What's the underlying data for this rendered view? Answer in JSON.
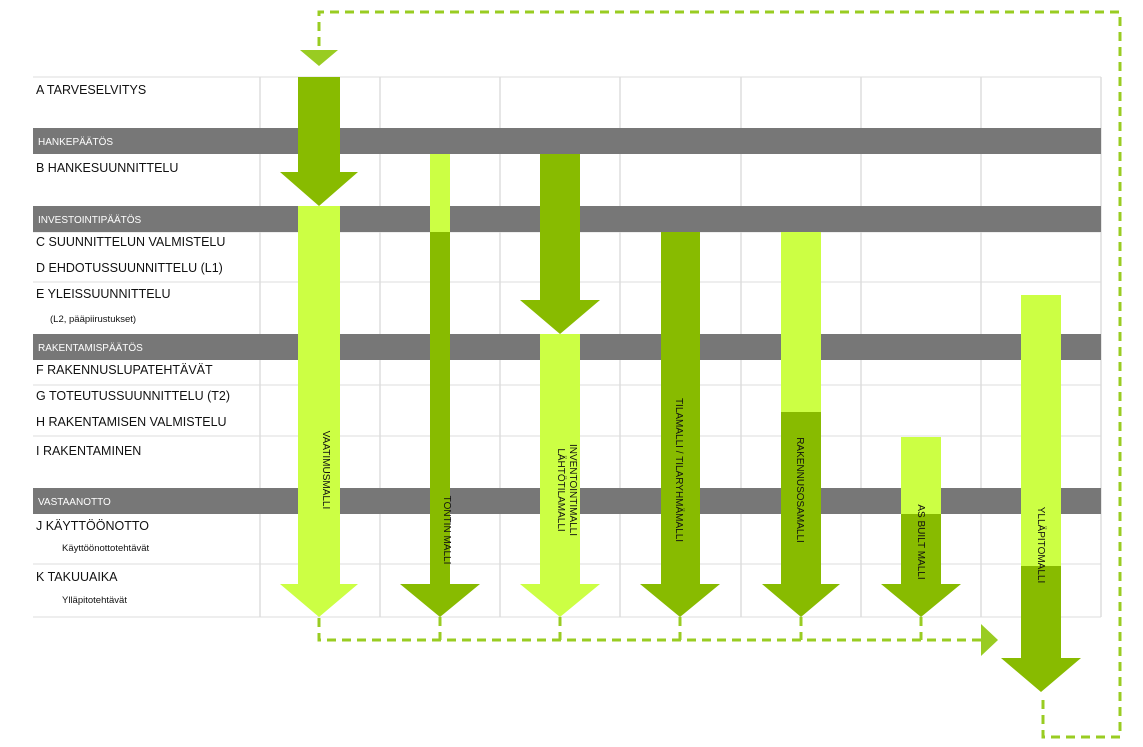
{
  "phases": [
    {
      "id": "A",
      "label": "A TARVESELVITYS",
      "sub": ""
    },
    {
      "id": "B",
      "label": "B HANKESUUNNITTELU",
      "sub": ""
    },
    {
      "id": "C",
      "label": "C SUUNNITTELUN VALMISTELU",
      "sub": ""
    },
    {
      "id": "D",
      "label": "D EHDOTUSSUUNNITTELU (L1)",
      "sub": ""
    },
    {
      "id": "E",
      "label": "E YLEISSUUNNITTELU",
      "sub": "(L2, pääpiirustukset)"
    },
    {
      "id": "F",
      "label": "F RAKENNUSLUPATEHTÄVÄT",
      "sub": ""
    },
    {
      "id": "G",
      "label": "G TOTEUTUSSUUNNITTELU (T2)",
      "sub": ""
    },
    {
      "id": "H",
      "label": "H RAKENTAMISEN VALMISTELU",
      "sub": ""
    },
    {
      "id": "I",
      "label": "I RAKENTAMINEN",
      "sub": ""
    },
    {
      "id": "J",
      "label": "J KÄYTTÖÖNOTTO",
      "sub": "Käyttöönottotehtävät"
    },
    {
      "id": "K",
      "label": "K TAKUUAIKA",
      "sub": "Ylläpitotehtävät"
    }
  ],
  "milestones": [
    {
      "id": "hankepaatos",
      "label": "HANKEPÄÄTÖS"
    },
    {
      "id": "investointipaatos",
      "label": "INVESTOINTIPÄÄTÖS"
    },
    {
      "id": "rakentamispaatos",
      "label": "RAKENTAMISPÄÄTÖS"
    },
    {
      "id": "vastaanotto",
      "label": "VASTAANOTTO"
    }
  ],
  "models": [
    {
      "id": "vaatimusmalli",
      "lines": [
        "VAATIMUSMALLI"
      ]
    },
    {
      "id": "tontin-malli",
      "lines": [
        "TONTIN MALLI"
      ]
    },
    {
      "id": "inventointimalli",
      "lines": [
        "INVENTOINTIMALLI",
        "LÄHTÖTILAMALLI"
      ]
    },
    {
      "id": "tilamalli",
      "lines": [
        "TILAMALLI / TILARYHMÄMALLI"
      ]
    },
    {
      "id": "rakennusosamalli",
      "lines": [
        "RAKENNUSOSAMALLI"
      ]
    },
    {
      "id": "as-built-malli",
      "lines": [
        "AS BUILT MALLI"
      ]
    },
    {
      "id": "yllapitomalli",
      "lines": [
        "YLLÄPITOMALLI"
      ]
    }
  ],
  "colors": {
    "light_green": "#ccff44",
    "dark_green": "#88bb00",
    "milestone_gray": "#777777",
    "grid_line": "#cccccc",
    "dashed_flow": "#99cc22"
  }
}
